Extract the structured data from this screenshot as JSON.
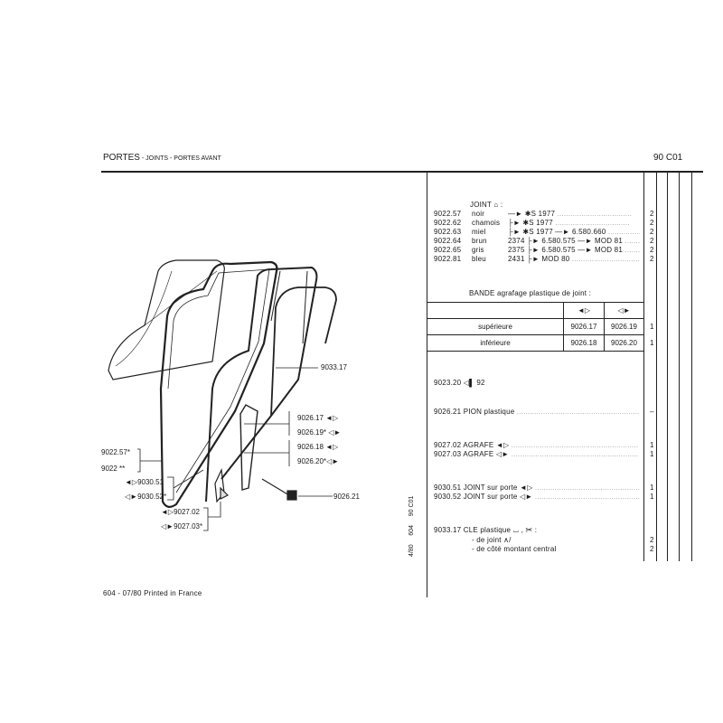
{
  "header": {
    "title_main": "PORTES",
    "title_sub": " - JOINTS - PORTES AVANT",
    "title_sep": " - ",
    "page_code": "90 C01"
  },
  "footer": {
    "text": "604 - 07/80 Printed in France"
  },
  "side_code": {
    "date": "4/80",
    "model": "604",
    "page": "90 C01"
  },
  "joint": {
    "heading": "JOINT",
    "heading_suffix": ":",
    "rows": [
      {
        "ref": "9022.57",
        "color": "noir",
        "spec": "—► ✱S 1977",
        "qty": "2"
      },
      {
        "ref": "9022.62",
        "color": "chamois",
        "spec": "├► ✱S 1977",
        "qty": "2"
      },
      {
        "ref": "9022.63",
        "color": "miel",
        "spec": "├► ✱S 1977 —► 6.580.660",
        "qty": "2"
      },
      {
        "ref": "9022.64",
        "color": "brun",
        "spec": "2374 ├► 6.580.575 —► MOD 81",
        "qty": "2"
      },
      {
        "ref": "9022.65",
        "color": "gris",
        "spec": "2375 ├► 6.580.575 —► MOD 81",
        "qty": "2"
      },
      {
        "ref": "9022.81",
        "color": "bleu",
        "spec": "2431 ├► MOD 80",
        "qty": "2"
      }
    ]
  },
  "bande": {
    "title": "BANDE agrafage plastique de joint :",
    "col_left": "◄▷",
    "col_right": "◁►",
    "rows": [
      {
        "label": "supérieure",
        "left": "9026.17",
        "right": "9026.19",
        "qty": "1"
      },
      {
        "label": "inférieure",
        "left": "9026.18",
        "right": "9026.20",
        "qty": "1"
      }
    ]
  },
  "items": [
    {
      "ref": "9023.20",
      "desc": "◁▌ 92",
      "qty": ""
    },
    {
      "ref": "9026.21",
      "desc": "PION plastique",
      "qty": "–"
    },
    {
      "ref": "9027.02",
      "desc": "AGRAFE ◄▷",
      "qty": "1"
    },
    {
      "ref": "9027.03",
      "desc": "AGRAFE ◁►",
      "qty": "1"
    },
    {
      "ref": "9030.51",
      "desc": "JOINT sur porte ◄▷",
      "qty": "1"
    },
    {
      "ref": "9030.52",
      "desc": "JOINT sur porte ◁►",
      "qty": "1"
    },
    {
      "ref": "9033.17",
      "desc": "CLE plastique ⌴ , ✂ :",
      "qty": ""
    }
  ],
  "cle_sub": [
    {
      "desc": "- de joint ∧/",
      "qty": "2"
    },
    {
      "desc": "- de côté montant central",
      "qty": "2"
    }
  ],
  "diagram_labels": {
    "l9033_17": "9033.17",
    "l9026_17": "9026.17 ◄▷",
    "l9026_19": "9026.19* ◁►",
    "l9026_18": "9026.18 ◄▷",
    "l9026_20": "9026.20*◁►",
    "l9022_57": "9022.57*",
    "l9022": "9022 **",
    "l9030_51": "◄▷9030.51",
    "l9030_52": "◁►9030.52*",
    "l9027_02": "◄▷9027.02",
    "l9027_03": "◁►9027.03*",
    "l9026_21": "9026.21"
  }
}
